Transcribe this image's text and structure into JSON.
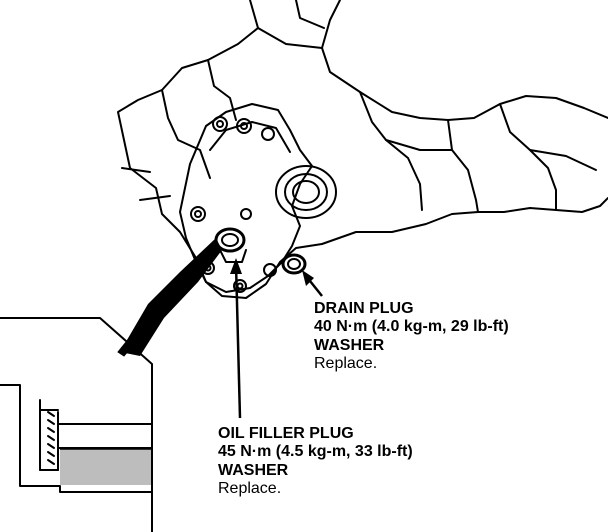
{
  "drain_plug": {
    "title": "DRAIN PLUG",
    "torque": "40 N·m (4.0 kg-m, 29 lb-ft)",
    "washer": "WASHER",
    "note": "Replace."
  },
  "oil_filler_plug": {
    "title": "OIL FILLER PLUG",
    "torque": "45 N·m (4.5 kg-m, 33 lb-ft)",
    "washer": "WASHER",
    "note": "Replace."
  },
  "colors": {
    "ink": "#000000",
    "paper": "#ffffff",
    "fluid": "#bdbdbd"
  }
}
